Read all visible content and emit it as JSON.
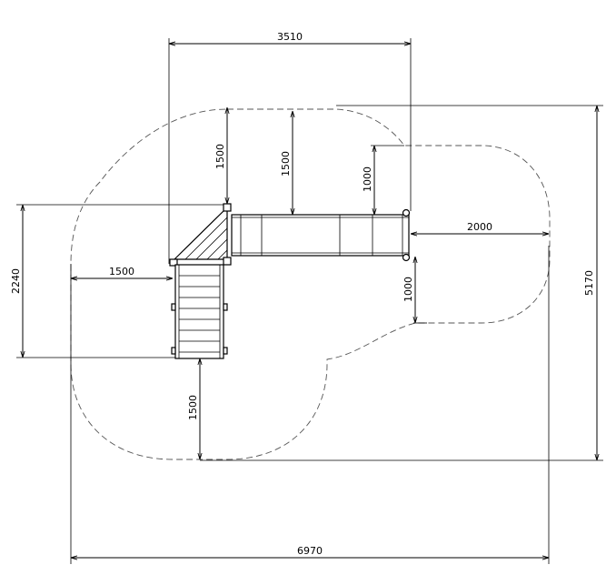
{
  "dimensions": {
    "top_width": "3510",
    "total_height": "5170",
    "total_width": "6970",
    "left_height": "2240",
    "left_clearance": "1500",
    "top_clearance_left": "1500",
    "top_clearance_mid": "1500",
    "top_clearance_right": "1000",
    "right_clearance": "2000",
    "bottom_clearance_right": "1000",
    "bottom_clearance": "1500"
  }
}
